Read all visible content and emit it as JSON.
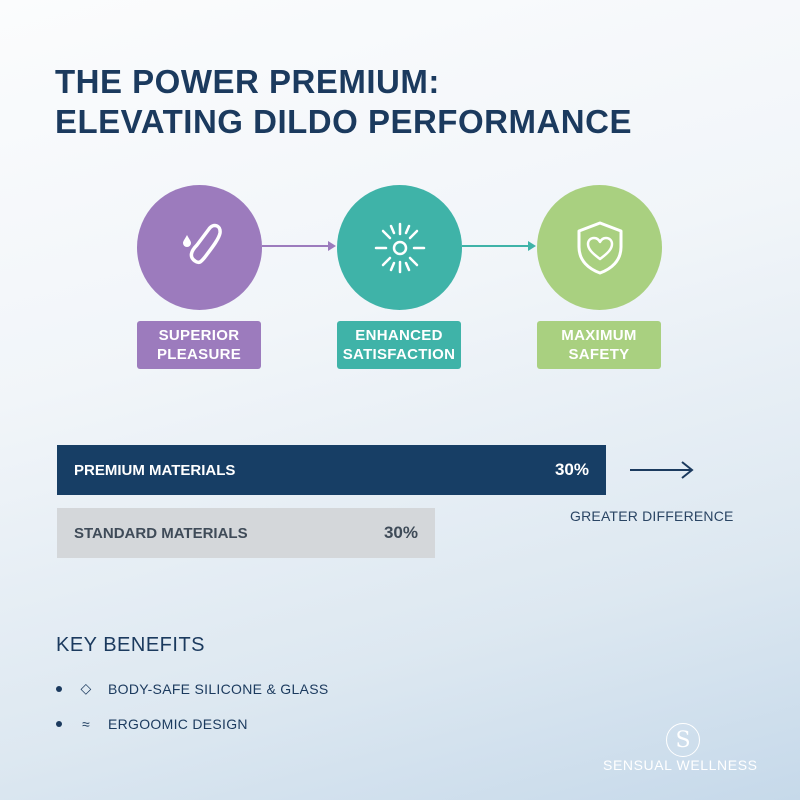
{
  "title": {
    "line1": "THE POWER PREMIUM:",
    "line2": "ELEVATING DILDO PERFORMANCE"
  },
  "steps": [
    {
      "line1": "SUPERIOR",
      "line2": "PLEASURE",
      "icon": "toy-droplet-icon",
      "color": "#9c7bbd"
    },
    {
      "line1": "ENHANCED",
      "line2": "SATISFACTION",
      "icon": "sparkle-icon",
      "color": "#3fb3a8"
    },
    {
      "line1": "MAXIMUM",
      "line2": "SAFETY",
      "icon": "shield-heart-icon",
      "color": "#a9d080"
    }
  ],
  "comparison": {
    "premium": {
      "label": "PREMIUM MATERIALS",
      "value": "30%"
    },
    "standard": {
      "label": "STANDARD MATERIALS",
      "value": "30%"
    },
    "note": "GREATER DIFFERENCE",
    "colors": {
      "premium": "#173e65",
      "standard": "#d4d7da"
    }
  },
  "benefits": {
    "title": "KEY BENEFITS",
    "items": [
      {
        "icon": "diamond-icon",
        "glyph": "◇",
        "label": "BODY-SAFE SILICONE & GLASS"
      },
      {
        "icon": "wave-icon",
        "glyph": "≈",
        "label": "ERGOOMIC DESIGN"
      }
    ]
  },
  "brand": {
    "logo_letter": "S",
    "name": "SENSUAL WELLNESS"
  }
}
